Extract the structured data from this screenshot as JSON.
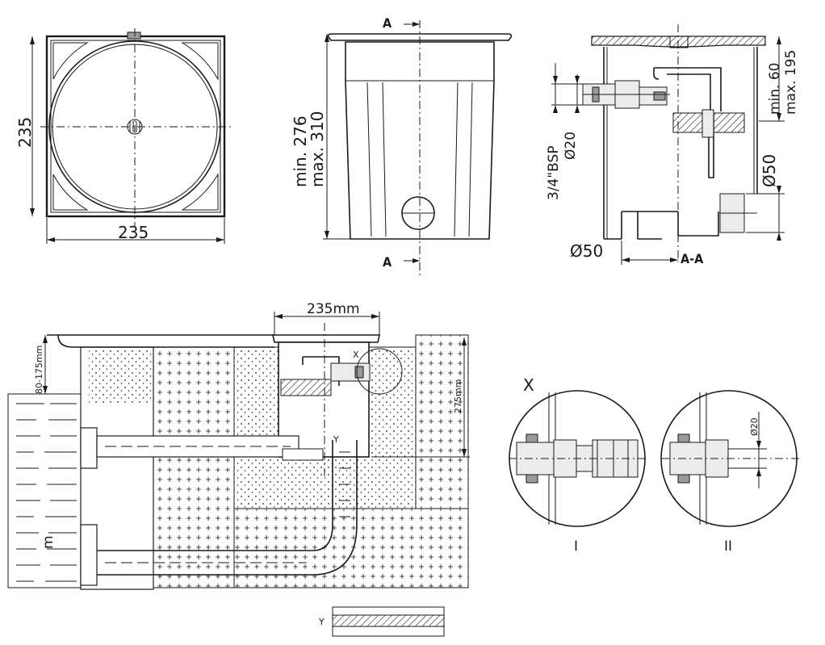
{
  "colors": {
    "line": "#1a1a1a",
    "hatch": "#9a9a9a",
    "paper": "#ffffff"
  },
  "top_view": {
    "width_dim": "235",
    "height_dim": "235"
  },
  "side_view": {
    "section_mark_top": "A",
    "section_mark_bottom": "A",
    "height_min": "min. 276",
    "height_max": "max. 310"
  },
  "section_view": {
    "lid_min": "min. 60",
    "lid_max": "max. 195",
    "thread_label": "3/4\"BSP",
    "inlet_dia": "Ø20",
    "outlet_dia_right": "Ø50",
    "outlet_dia_bottom": "Ø50",
    "section_name": "A-A"
  },
  "install_view": {
    "top_width": "235mm",
    "water_range": "80-175mm",
    "depth": "275mm",
    "detail_x_marker": "X",
    "detail_y_marker": "Y",
    "water_mark": "m"
  },
  "details": {
    "x_title": "X",
    "variant_1": "I",
    "variant_2": "II",
    "variant_2_dim": "Ø20",
    "y_title": "Y"
  }
}
